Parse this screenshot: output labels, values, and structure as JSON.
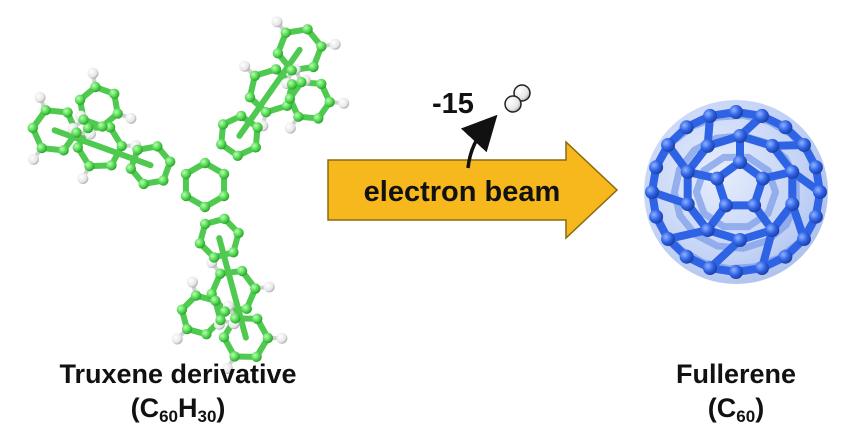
{
  "reactant": {
    "name": "Truxene derivative",
    "formula": {
      "element1": "C",
      "count1": "60",
      "element2": "H",
      "count2": "30"
    }
  },
  "product": {
    "name": "Fullerene",
    "formula": {
      "element1": "C",
      "count1": "60"
    }
  },
  "arrow": {
    "label": "electron beam"
  },
  "byproduct": {
    "count": "-15",
    "molecule_icon": "dihydrogen-molecule-icon"
  },
  "colors": {
    "carbon_truxene": "#5fe35f",
    "hydrogen": "#f2f2f2",
    "fullerene_blue": "#2f63e6",
    "arrow_fill": "#f6b81c"
  }
}
